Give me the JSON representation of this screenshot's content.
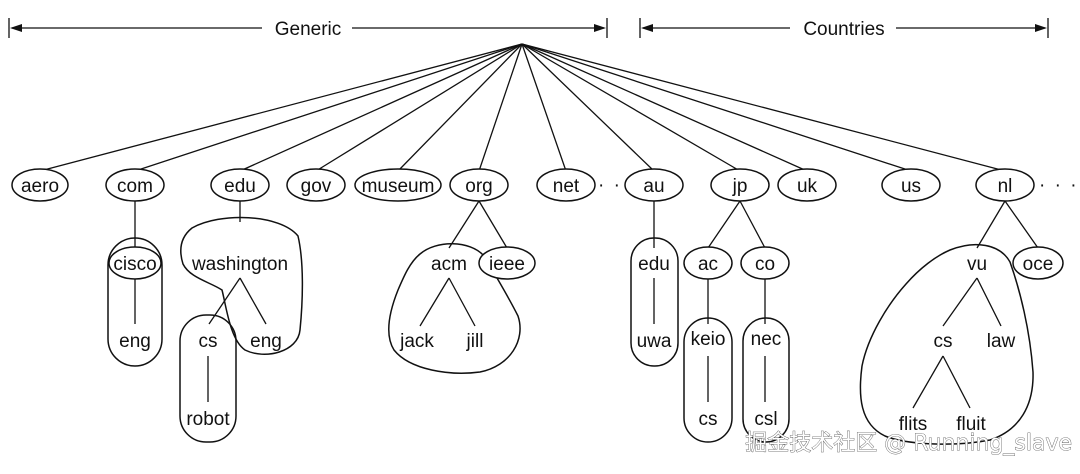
{
  "headers": {
    "generic": "Generic",
    "countries": "Countries"
  },
  "root_dots": "· · ·",
  "nodes": {
    "aero": "aero",
    "com": "com",
    "edu": "edu",
    "gov": "gov",
    "museum": "museum",
    "org": "org",
    "net": "net",
    "au": "au",
    "jp": "jp",
    "uk": "uk",
    "us": "us",
    "nl": "nl",
    "cisco": "cisco",
    "cisco_eng": "eng",
    "washington": "washington",
    "washington_cs": "cs",
    "washington_eng": "eng",
    "robot": "robot",
    "acm": "acm",
    "ieee": "ieee",
    "jack": "jack",
    "jill": "jill",
    "au_edu": "edu",
    "uwa": "uwa",
    "ac": "ac",
    "co": "co",
    "keio": "keio",
    "keio_cs": "cs",
    "nec": "nec",
    "csl": "csl",
    "vu": "vu",
    "oce": "oce",
    "vu_cs": "cs",
    "law": "law",
    "flits": "flits",
    "fluit": "fluit"
  },
  "watermark": "掘金技术社区 @ Running_slave"
}
